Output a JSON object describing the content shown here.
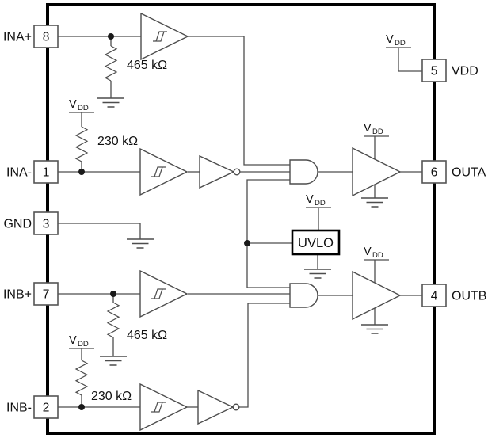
{
  "diagram": {
    "type": "functional-block-diagram",
    "colors": {
      "wire": "#4d4d4d",
      "border": "#000000",
      "background": "#ffffff"
    },
    "pins": {
      "p8": {
        "number": "8",
        "label": "INA+"
      },
      "p1": {
        "number": "1",
        "label": "INA-"
      },
      "p3": {
        "number": "3",
        "label": "GND"
      },
      "p7": {
        "number": "7",
        "label": "INB+"
      },
      "p2": {
        "number": "2",
        "label": "INB-"
      },
      "p5": {
        "number": "5",
        "label": "VDD"
      },
      "p6": {
        "number": "6",
        "label": "OUTA"
      },
      "p4": {
        "number": "4",
        "label": "OUTB"
      }
    },
    "labels": {
      "r465_a": "465 kΩ",
      "r230_a": "230 kΩ",
      "r465_b": "465 kΩ",
      "r230_b": "230 kΩ",
      "uvlo": "UVLO",
      "vdd_v": "V",
      "vdd_sub": "DD"
    }
  }
}
